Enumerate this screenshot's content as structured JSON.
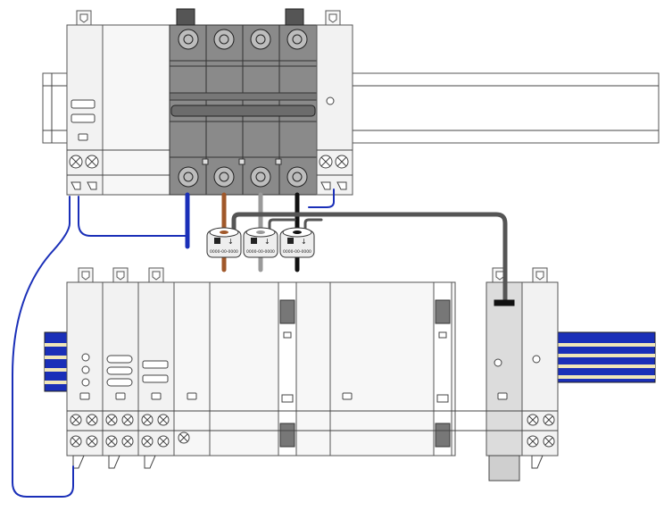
{
  "diagram": {
    "ct_labels": [
      "0000-00-0000",
      "0000-00-0000",
      "0000-00-0000"
    ],
    "colors": {
      "blue_wire": "#1a2fb8",
      "brown_wire": "#a0582a",
      "grey_wire": "#9a9a9a",
      "black_wire": "#111111",
      "dark_cable": "#555555",
      "breaker": "#8c8c8c",
      "busbar_blue": "#1a2fb8",
      "busbar_cream": "#f0e6b8"
    }
  }
}
